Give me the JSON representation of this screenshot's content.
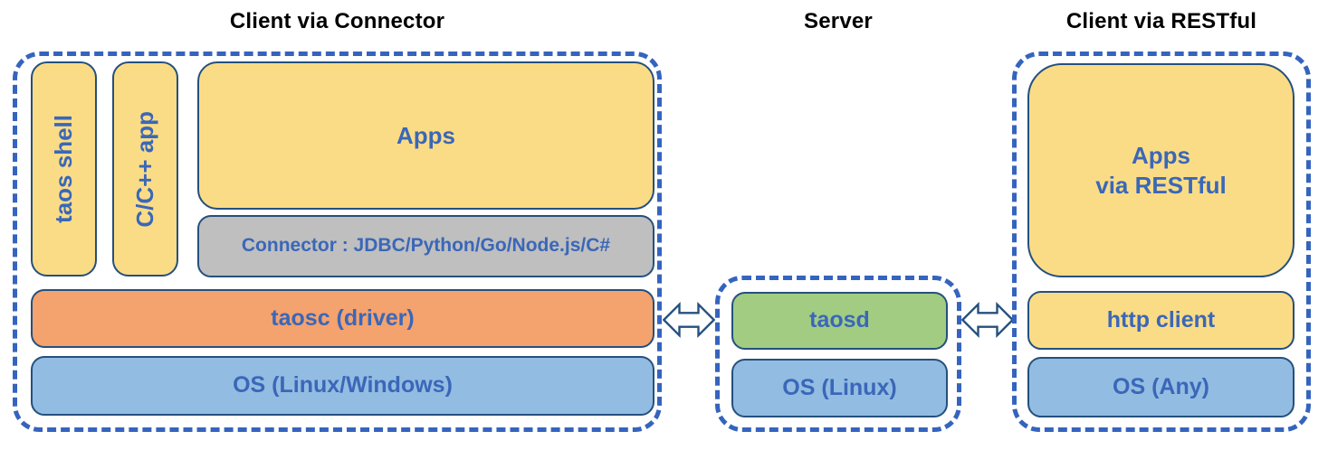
{
  "diagram": {
    "titles": {
      "client_connector": "Client via Connector",
      "server": "Server",
      "client_restful": "Client via RESTful"
    },
    "client_connector": {
      "taos_shell": "taos shell",
      "cpp_app": "C/C++ app",
      "apps": "Apps",
      "connector": "Connector : JDBC/Python/Go/Node.js/C#",
      "taosc": "taosc (driver)",
      "os": "OS (Linux/Windows)"
    },
    "server": {
      "taosd": "taosd",
      "os": "OS (Linux)"
    },
    "client_restful": {
      "apps_line1": "Apps",
      "apps_line2": "via RESTful",
      "http_client": "http client",
      "os": "OS (Any)"
    },
    "icons": {
      "left_link": "bidirectional-arrow",
      "right_link": "bidirectional-arrow"
    },
    "colors": {
      "box_yellow": "#FBDC86",
      "box_gray": "#BFBFBF",
      "box_orange": "#F4A26E",
      "box_green": "#A2CC82",
      "box_blue": "#93BCE2",
      "box_border": "#24507E",
      "dashed_border": "#3564BE",
      "label_blue": "#3A67B8",
      "title_black": "#000000"
    }
  }
}
